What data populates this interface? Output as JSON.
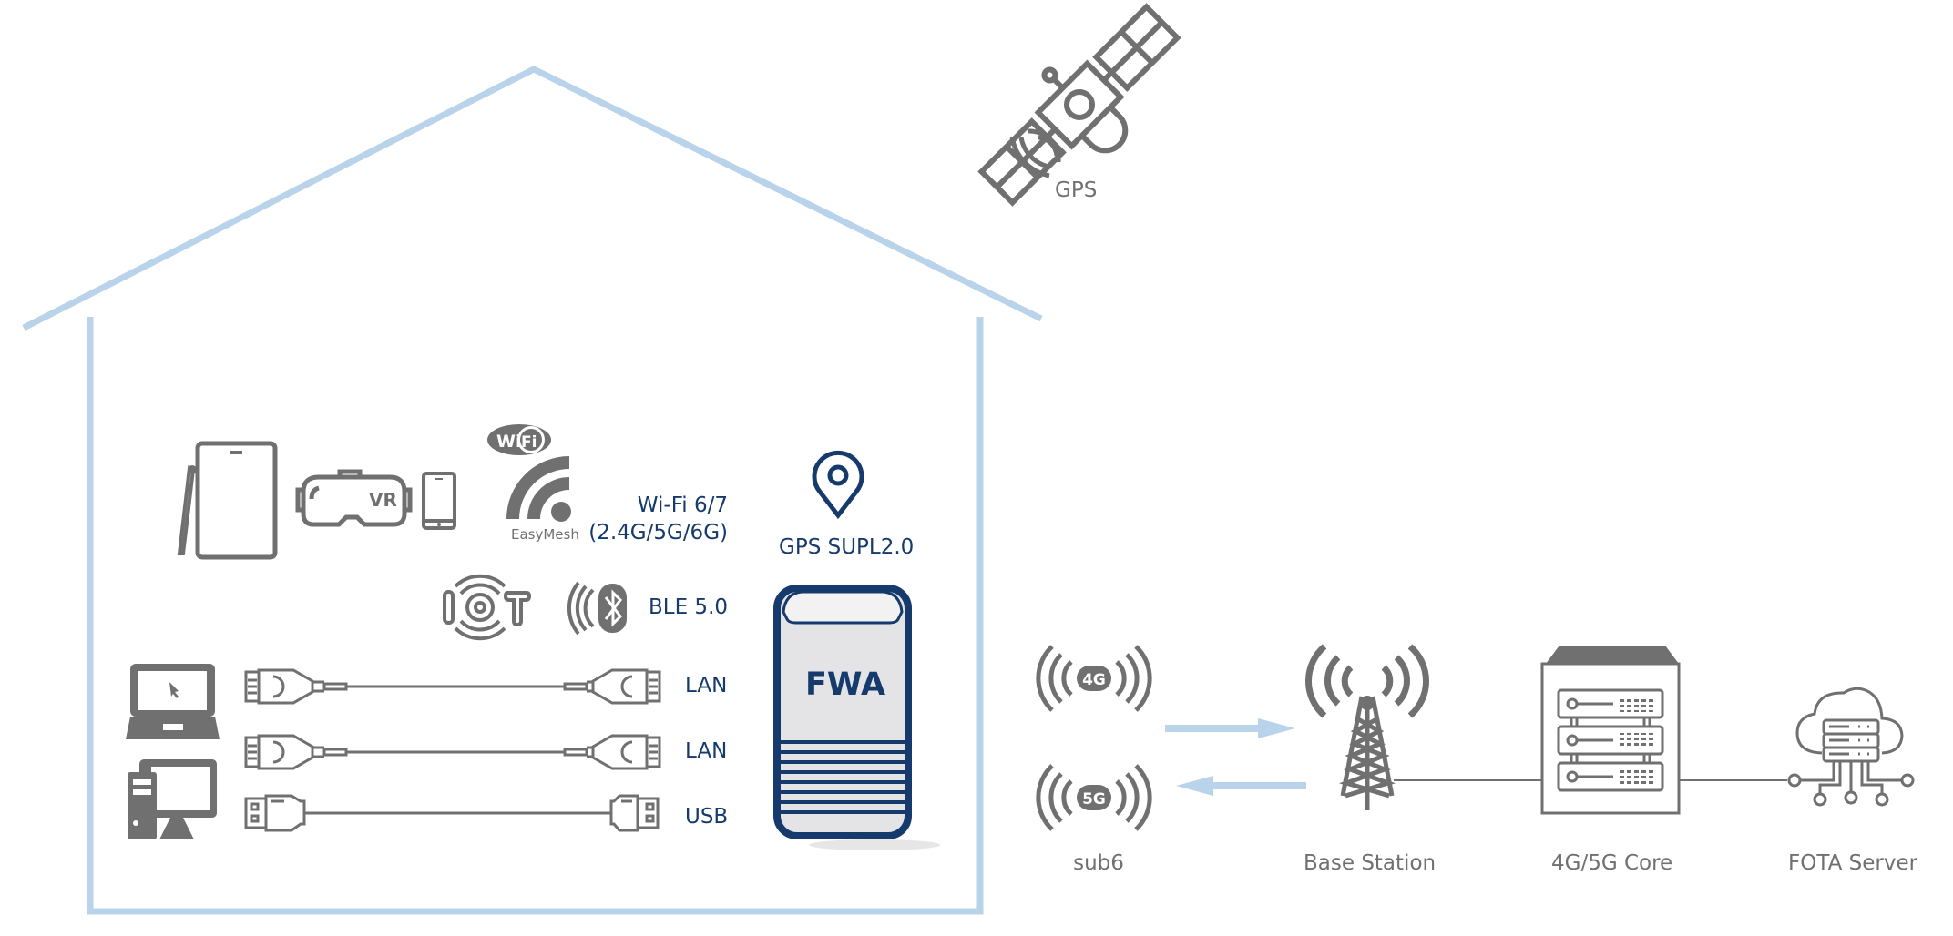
{
  "diagram": {
    "title": "FWA connectivity overview",
    "colors": {
      "house_outline": "#b8d3ea",
      "icon_gray": "#707070",
      "label_navy": "#163a6b",
      "arrow": "#b8d3ea",
      "fwa_body": "#e4e4e6",
      "fwa_frame": "#163a6b"
    },
    "sky": {
      "gps_label": "GPS"
    },
    "house": {
      "devices_top": [
        "tablet-with-stylus",
        "vr-headset",
        "smartphone"
      ],
      "wifi": {
        "badge": "Wi Fi",
        "sub_label": "EasyMesh",
        "spec_line1": "Wi-Fi 6/7",
        "spec_line2": "(2.4G/5G/6G)"
      },
      "iot_label": "IoT",
      "ble": {
        "spec": "BLE 5.0"
      },
      "wired": [
        {
          "from": "laptop",
          "type": "ethernet",
          "label": "LAN"
        },
        {
          "from": "desktop",
          "type": "ethernet",
          "label": "LAN"
        },
        {
          "from": "desktop",
          "type": "usb",
          "label": "USB"
        }
      ],
      "location": {
        "label": "GPS SUPL2.0"
      },
      "fwa": {
        "label": "FWA"
      }
    },
    "network": {
      "radio": {
        "bands": [
          "4G",
          "5G"
        ],
        "label": "sub6"
      },
      "links": [
        {
          "direction": "uplink",
          "from": "sub6",
          "to": "Base Station"
        },
        {
          "direction": "downlink",
          "from": "Base Station",
          "to": "sub6"
        }
      ],
      "nodes": [
        {
          "id": "base-station",
          "label": "Base Station"
        },
        {
          "id": "core",
          "label": "4G/5G Core"
        },
        {
          "id": "fota",
          "label": "FOTA Server"
        }
      ]
    }
  }
}
